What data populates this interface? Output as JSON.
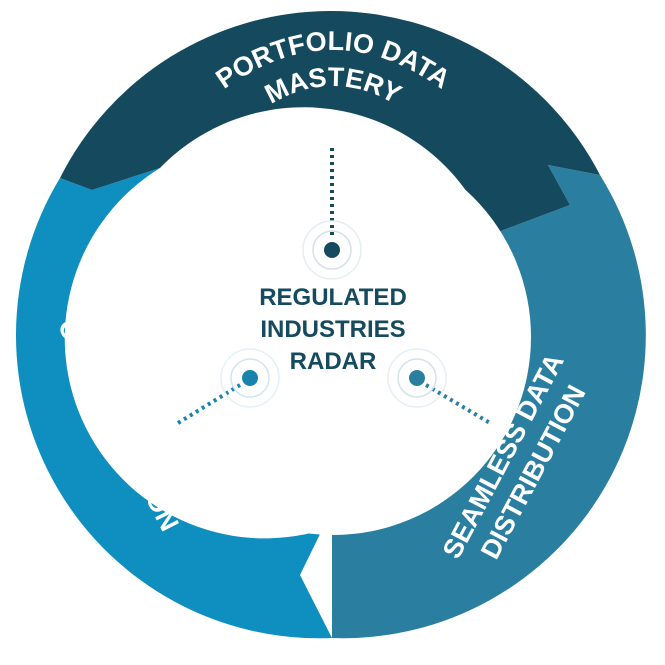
{
  "center": {
    "line1": "REGULATED",
    "line2": "INDUSTRIES",
    "line3": "RADAR"
  },
  "segments": {
    "top": {
      "line1": "PORTFOLIO DATA",
      "line2": "MASTERY",
      "color": "#154a5e"
    },
    "right": {
      "line1": "SEAMLESS DATA",
      "line2": "DISTRIBUTION",
      "color": "#2a7fa0"
    },
    "left": {
      "line1": "GO-TO-MARKET",
      "line2": "ORCHESTRATION",
      "color": "#0f8fc0"
    }
  },
  "colors": {
    "center_text": "#164a5e",
    "dot_dark": "#164a5e",
    "dot_blue": "#1a83ad",
    "background": "#ffffff"
  }
}
